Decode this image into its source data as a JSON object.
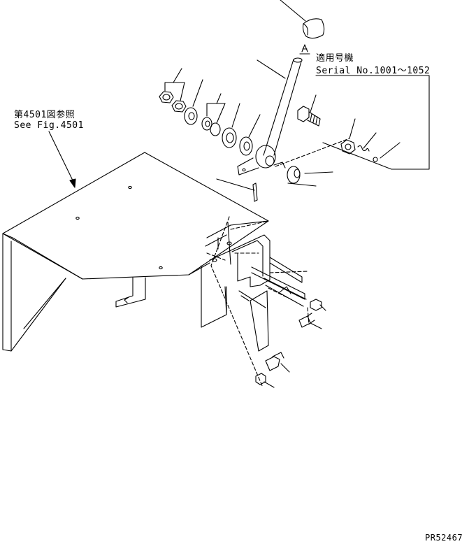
{
  "labels": {
    "ref_jp": "第4501図参照",
    "ref_en": "See Fig.4501",
    "serial_jp": "適用号機",
    "serial_en": "Serial No.1001～1052",
    "drawing_code": "PR52467"
  },
  "colors": {
    "ink": "#000000",
    "background": "#ffffff"
  }
}
